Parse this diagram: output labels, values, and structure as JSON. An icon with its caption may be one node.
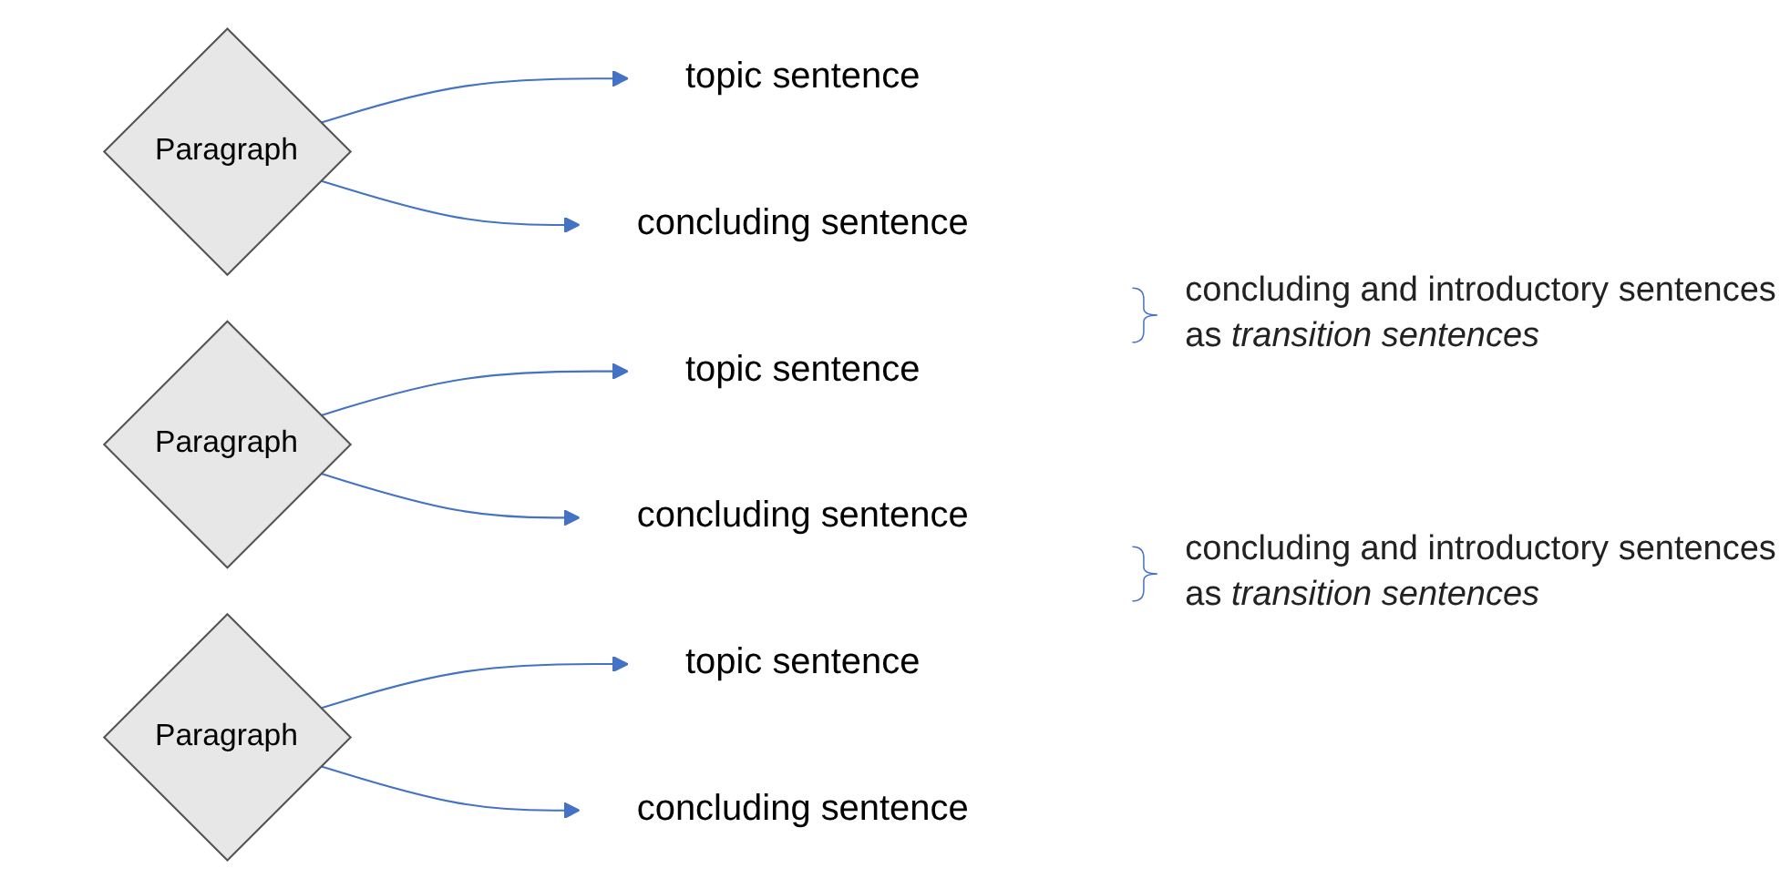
{
  "diagram": {
    "nodes": [
      {
        "text": [
          "topic sentence"
        ]
      },
      {
        "text": [
          "Paragraph"
        ]
      },
      {
        "text": [
          "concluding sentence"
        ]
      },
      {
        "text": [
          "topic sentence"
        ]
      },
      {
        "text": [
          "Paragraph"
        ]
      },
      {
        "text": [
          "concluding sentence"
        ]
      },
      {
        "text": [
          "topic sentence"
        ]
      },
      {
        "text": [
          "Paragraph"
        ]
      },
      {
        "text": [
          "concluding sentence"
        ]
      }
    ],
    "edges": [
      {
        "from": 1,
        "to": 0,
        "arrow": "to"
      },
      {
        "from": 1,
        "to": 2,
        "arrow": "to"
      },
      {
        "from": 4,
        "to": 3,
        "arrow": "to"
      },
      {
        "from": 4,
        "to": 5,
        "arrow": "to"
      },
      {
        "from": 7,
        "to": 6,
        "arrow": "to"
      },
      {
        "from": 7,
        "to": 8,
        "arrow": "to"
      }
    ],
    "labels": [
      "concluding and introductory sentences as *transition sentences*",
      "concluding and introductory sentences as *transition sentences*"
    ]
  }
}
